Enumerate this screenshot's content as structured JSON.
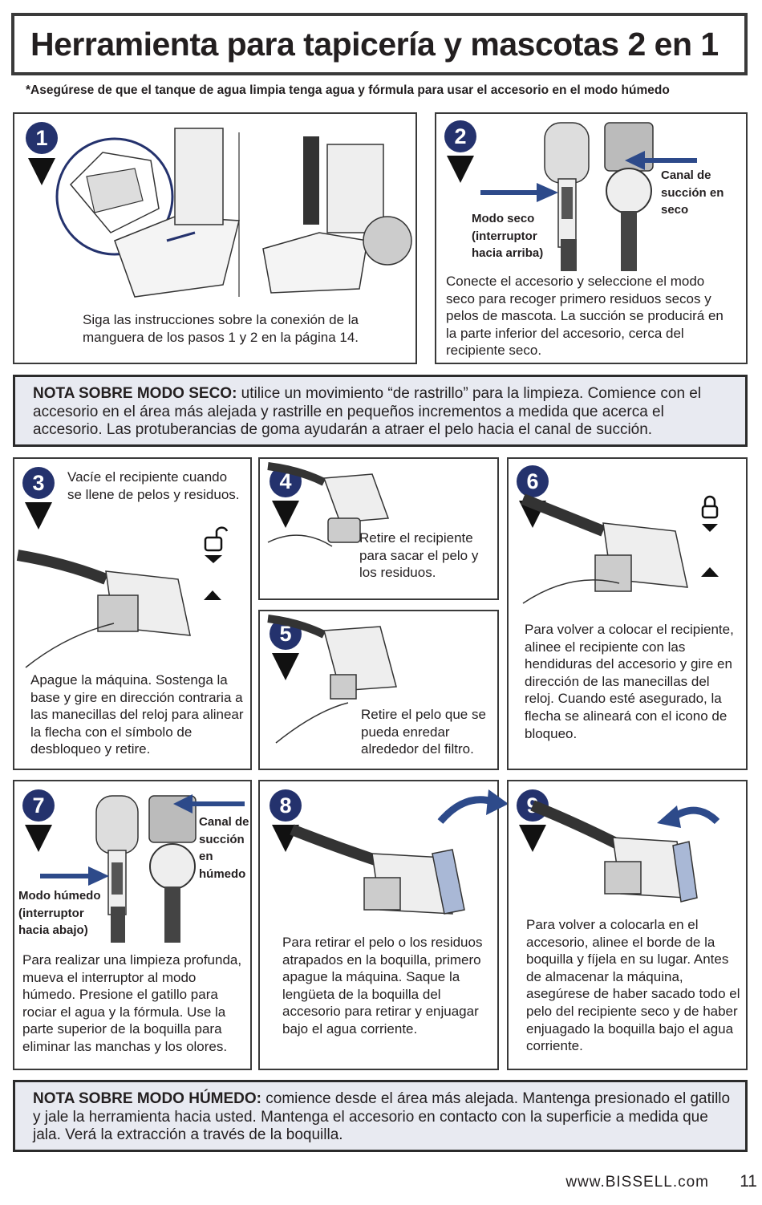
{
  "title": "Herramienta para tapicería y mascotas 2 en 1",
  "subtitle": "*Asegúrese de que el tanque de agua limpia tenga agua y fórmula para usar el accesorio en el modo húmedo",
  "steps": {
    "s1": {
      "num": "1",
      "text": "Siga las instrucciones sobre la conexión de la manguera de los pasos 1 y 2 en la página 14."
    },
    "s2": {
      "num": "2",
      "label_dry": "Modo seco (interruptor hacia arriba)",
      "label_channel": "Canal de succión en seco",
      "text": "Conecte el accesorio y seleccione el modo seco para recoger primero residuos secos y pelos de mascota. La succión se producirá en la parte inferior del accesorio, cerca del recipiente seco."
    },
    "s3": {
      "num": "3",
      "text_top": "Vacíe el recipiente cuando se llene de pelos y residuos.",
      "text": "Apague la máquina. Sostenga la base y gire en dirección contraria a las manecillas del reloj para alinear la flecha con el símbolo de desbloqueo y retire."
    },
    "s4": {
      "num": "4",
      "text": "Retire el recipiente para sacar el pelo y los residuos."
    },
    "s5": {
      "num": "5",
      "text": "Retire el pelo que se pueda enredar alrededor del filtro."
    },
    "s6": {
      "num": "6",
      "text": "Para volver a colocar el recipiente, alinee el recipiente con las hendiduras del accesorio y gire en dirección de las manecillas del reloj. Cuando esté asegurado, la flecha se alineará con el icono de bloqueo."
    },
    "s7": {
      "num": "7",
      "label_wet": "Modo húmedo (interruptor hacia abajo)",
      "label_channel": "Canal de succión en húmedo",
      "text": "Para realizar una limpieza profunda, mueva el interruptor al modo húmedo. Presione el gatillo para rociar el agua y la fórmula. Use la parte superior de la boquilla para eliminar las manchas y los olores."
    },
    "s8": {
      "num": "8",
      "text": "Para retirar el pelo o los residuos atrapados en la boquilla, primero apague la máquina. Saque la lengüeta de la boquilla del accesorio para retirar y enjuagar bajo el agua corriente."
    },
    "s9": {
      "num": "9",
      "text": "Para volver a colocarla en el accesorio, alinee el borde de la boquilla y fíjela en su lugar. Antes de almacenar la máquina, asegúrese de haber sacado todo el pelo del recipiente seco y de haber enjuagado la boquilla bajo el agua corriente."
    }
  },
  "note_dry": {
    "heading": "NOTA SOBRE MODO SECO:",
    "text": " utilice un movimiento “de rastrillo” para la limpieza. Comience con el accesorio en el área más alejada y rastrille en pequeños incrementos a medida que acerca el accesorio. Las protuberancias de goma ayudarán a atraer el pelo hacia el canal de succión."
  },
  "note_wet": {
    "heading": "NOTA SOBRE MODO HÚMEDO:",
    "text": " comience desde el área más alejada. Mantenga presionado el gatillo y jale la herramienta hacia usted. Mantenga el accesorio en contacto con la superficie a medida que jala. Verá la extracción a través de la boquilla."
  },
  "footer": {
    "url": "www.BISSELL.com",
    "page": "11"
  },
  "colors": {
    "accent": "#24326d",
    "note_bg": "#e8eaf1",
    "arrow": "#2d4a8a"
  }
}
